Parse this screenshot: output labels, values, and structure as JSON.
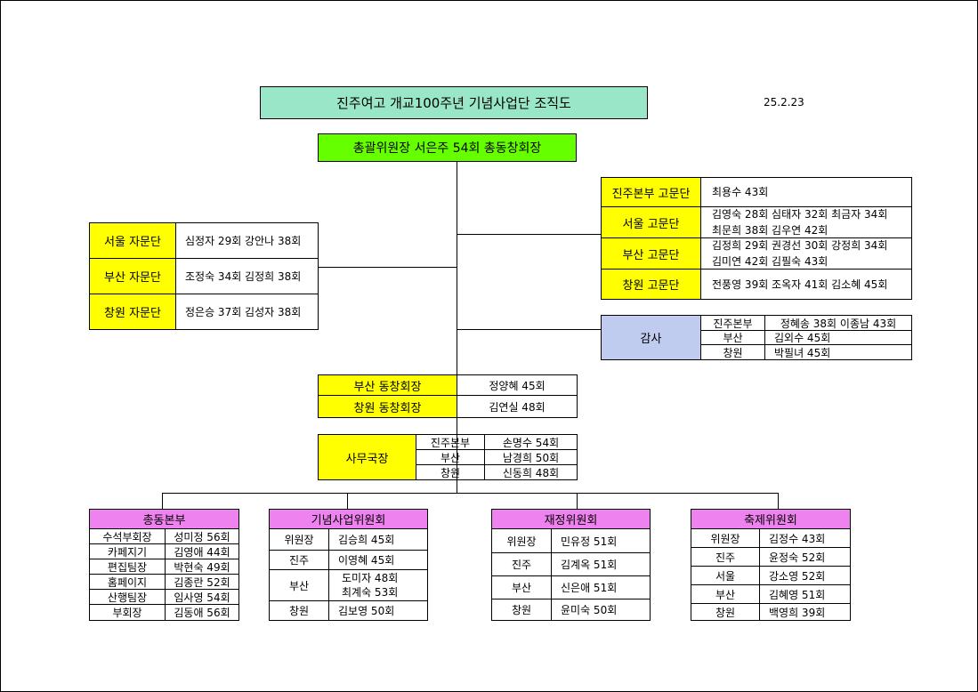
{
  "title": "진주여고 개교100주년 기념사업단 조직도",
  "date": "25.2.23",
  "chairman": "총괄위원장 서은주 54회 총동창회장",
  "advisors_seoul": [
    {
      "label": "서울 자문단",
      "names": "심정자 29회 강안나 38회"
    },
    {
      "label": "부산 자문단",
      "names": "조정숙 34회 김정희 38회"
    },
    {
      "label": "창원 자문단",
      "names": "정은승 37회 김성자 38회"
    }
  ],
  "consultants": [
    {
      "label": "진주본부 고문단",
      "lines": [
        "최용수 43회"
      ]
    },
    {
      "label": "서울 고문단",
      "lines": [
        "김영숙 28회 심태자 32회 최금자 34회",
        "최문희 38회 김우연 42회"
      ]
    },
    {
      "label": "부산 고문단",
      "lines": [
        "김정희 29회 권경선 30회 강정희 34회",
        "김미연 42회 김필숙 43회"
      ]
    },
    {
      "label": "창원 고문단",
      "lines": [
        "전풍영 39회 조옥자 41회 김소혜 45회"
      ]
    }
  ],
  "audit": {
    "label": "감사",
    "rows": [
      {
        "region": "진주본부",
        "names": "정혜송 38회 이종남 43회"
      },
      {
        "region": "부산",
        "names": "김외수 45회"
      },
      {
        "region": "창원",
        "names": "박필녀 45회"
      }
    ]
  },
  "alumni_presidents": [
    {
      "label": "부산 동창회장",
      "name": "정양혜 45회"
    },
    {
      "label": "창원 동창회장",
      "name": "김연실 48회"
    }
  ],
  "secretariat": {
    "label": "사무국장",
    "rows": [
      {
        "region": "진주본부",
        "name": "손명수 54회"
      },
      {
        "region": "부산",
        "name": "남경희 50회"
      },
      {
        "region": "창원",
        "name": "신동희 48회"
      }
    ]
  },
  "committees": {
    "hq": {
      "title": "총동본부",
      "rows": [
        {
          "role": "수석부회장",
          "name": "성미정 56회"
        },
        {
          "role": "카페지기",
          "name": "김영애 44회"
        },
        {
          "role": "편집팀장",
          "name": "박현숙 49회"
        },
        {
          "role": "홈페이지",
          "name": "김종란 52회"
        },
        {
          "role": "산행팀장",
          "name": "임사영 54회"
        },
        {
          "role": "부회장",
          "name": "김동애 56회"
        }
      ]
    },
    "memorial": {
      "title": "기념사업위원회",
      "rows": [
        {
          "role": "위원장",
          "names": [
            "김승희 45회"
          ]
        },
        {
          "role": "진주",
          "names": [
            "이영혜 45회"
          ]
        },
        {
          "role": "부산",
          "names": [
            "도미자 48회",
            "최계숙 53회"
          ]
        },
        {
          "role": "창원",
          "names": [
            "김보영 50회"
          ]
        }
      ]
    },
    "finance": {
      "title": "재정위원회",
      "rows": [
        {
          "role": "위원장",
          "name": "민유정 51회"
        },
        {
          "role": "진주",
          "name": "김계옥 51회"
        },
        {
          "role": "부산",
          "name": "신은애 51회"
        },
        {
          "role": "창원",
          "name": "윤미숙 50회"
        }
      ]
    },
    "festival": {
      "title": "축제위원회",
      "rows": [
        {
          "role": "위원장",
          "name": "김정수 43회"
        },
        {
          "role": "진주",
          "name": "윤정숙 52회"
        },
        {
          "role": "서울",
          "name": "강소영 52회"
        },
        {
          "role": "부산",
          "name": "김혜영 51회"
        },
        {
          "role": "창원",
          "name": "백영희 39회"
        }
      ]
    }
  }
}
